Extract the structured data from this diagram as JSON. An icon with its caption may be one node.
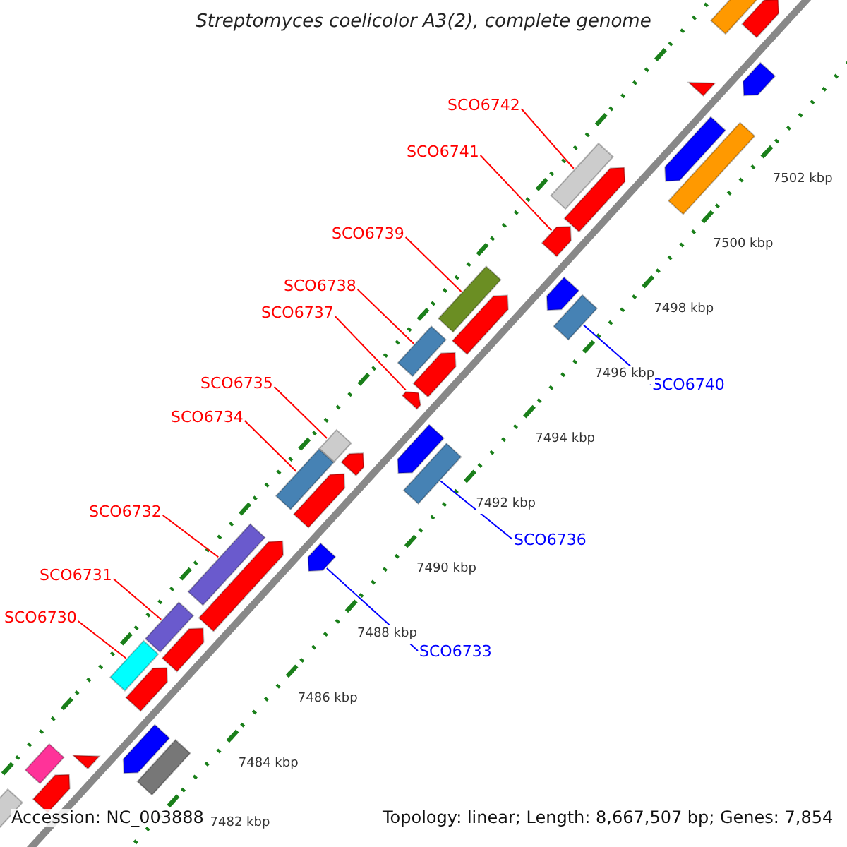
{
  "diagram": {
    "title": "Streptomyces coelicolor A3(2), complete genome",
    "nodes": [
      {
        "text": [
          "SCO6742"
        ]
      },
      {
        "text": [
          "SCO6741"
        ]
      },
      {
        "text": [
          "SCO6739"
        ]
      },
      {
        "text": [
          "SCO6738"
        ]
      },
      {
        "text": [
          "SCO6737"
        ]
      },
      {
        "text": [
          "SCO6740"
        ]
      },
      {
        "text": [
          "SCO6735"
        ]
      },
      {
        "text": [
          "SCO6734"
        ]
      },
      {
        "text": [
          "SCO6736"
        ]
      },
      {
        "text": [
          "SCO6732"
        ]
      },
      {
        "text": [
          "SCO6731"
        ]
      },
      {
        "text": [
          "SCO6733"
        ]
      },
      {
        "text": [
          "SCO6730"
        ]
      },
      {
        "text": [],
        "shape": "box"
      },
      {
        "text": [],
        "shape": "arrow"
      },
      {
        "text": [],
        "shape": "box"
      },
      {
        "text": [],
        "shape": "box"
      },
      {
        "text": [],
        "shape": "arrow"
      },
      {
        "text": [],
        "shape": "box"
      },
      {
        "text": [],
        "shape": "box"
      },
      {
        "text": [],
        "shape": "box"
      },
      {
        "text": [],
        "shape": "box"
      },
      {
        "text": [],
        "shape": "box"
      },
      {
        "text": [],
        "shape": "box"
      },
      {
        "text": [],
        "shape": "arrow"
      },
      {
        "text": [],
        "shape": "box"
      }
    ],
    "edges": [
      {
        "from": 0,
        "to": 13,
        "arrow": "none"
      },
      {
        "from": 1,
        "to": 14,
        "arrow": "none"
      },
      {
        "from": 2,
        "to": 15,
        "arrow": "none"
      },
      {
        "from": 3,
        "to": 16,
        "arrow": "none"
      },
      {
        "from": 4,
        "to": 17,
        "arrow": "none"
      },
      {
        "from": 5,
        "to": 18,
        "arrow": "none",
        "color": "#0000ff"
      },
      {
        "from": 6,
        "to": 19,
        "arrow": "none"
      },
      {
        "from": 7,
        "to": 20,
        "arrow": "none"
      },
      {
        "from": 8,
        "to": 21,
        "arrow": "none",
        "color": "#0000ff"
      },
      {
        "from": 9,
        "to": 22,
        "arrow": "none"
      },
      {
        "from": 10,
        "to": 23,
        "arrow": "none"
      },
      {
        "from": 11,
        "to": 24,
        "arrow": "none",
        "color": "#0000ff"
      },
      {
        "from": 12,
        "to": 25,
        "arrow": "none"
      }
    ],
    "labels": [
      "7502 kbp",
      "7500 kbp",
      "7498 kbp",
      "7496 kbp",
      "7494 kbp",
      "7492 kbp",
      "7490 kbp",
      "7488 kbp",
      "7486 kbp",
      "7484 kbp",
      "7482 kbp",
      "Accession: NC_003888",
      "Topology: linear; Length: 8,667,507 bp; Genes: 7,854"
    ]
  }
}
